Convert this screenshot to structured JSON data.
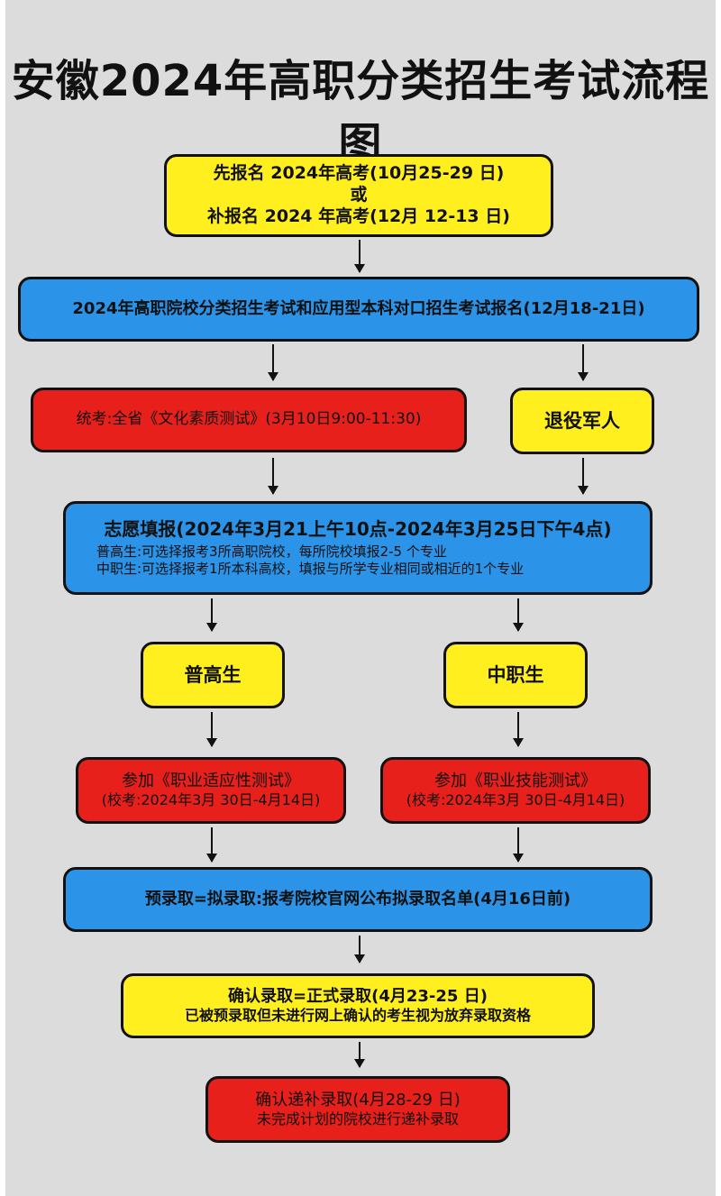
{
  "title": "安徽2024年高职分类招生考试流程图",
  "steps": {
    "pre_register": {
      "line1": "先报名 2024年高考(10月25-29 日)",
      "line2": "或",
      "line3": "补报名 2024 年高考(12月 12-13 日)"
    },
    "register": "2024年高职院校分类招生考试和应用型本科对口招生考试报名(12月18-21日)",
    "unified_exam": "统考:全省《文化素质测试》(3月10日9:00-11:30)",
    "veterans": "退役军人",
    "application": {
      "heading": "志愿填报(2024年3月21上午10点-2024年3月25日下午4点)",
      "line1": "普高生:可选择报考3所高职院校，每所院校填报2-5 个专业",
      "line2": "中职生:可选择报考1所本科高校，填报与所学专业相同或相近的1个专业"
    },
    "general_hs": "普高生",
    "vocational_hs": "中职生",
    "aptitude_test": {
      "line1": "参加《职业适应性测试》",
      "line2": "(校考:2024年3月 30日-4月14日)"
    },
    "skills_test": {
      "line1": "参加《职业技能测试》",
      "line2": "(校考:2024年3月 30日-4月14日)"
    },
    "pre_admission": "预录取=拟录取:报考院校官网公布拟录取名单(4月16日前)",
    "confirm": {
      "line1": "确认录取=正式录取(4月23-25 日)",
      "line2": "已被预录取但未进行网上确认的考生视为放弃录取资格"
    },
    "supplement": {
      "line1": "确认递补录取(4月28-29 日)",
      "line2": "未完成计划的院校进行递补录取"
    }
  },
  "colors": {
    "yellow": "#ffef1f",
    "blue": "#2b93e8",
    "red": "#e8201b",
    "background": "#dcdcdc"
  }
}
